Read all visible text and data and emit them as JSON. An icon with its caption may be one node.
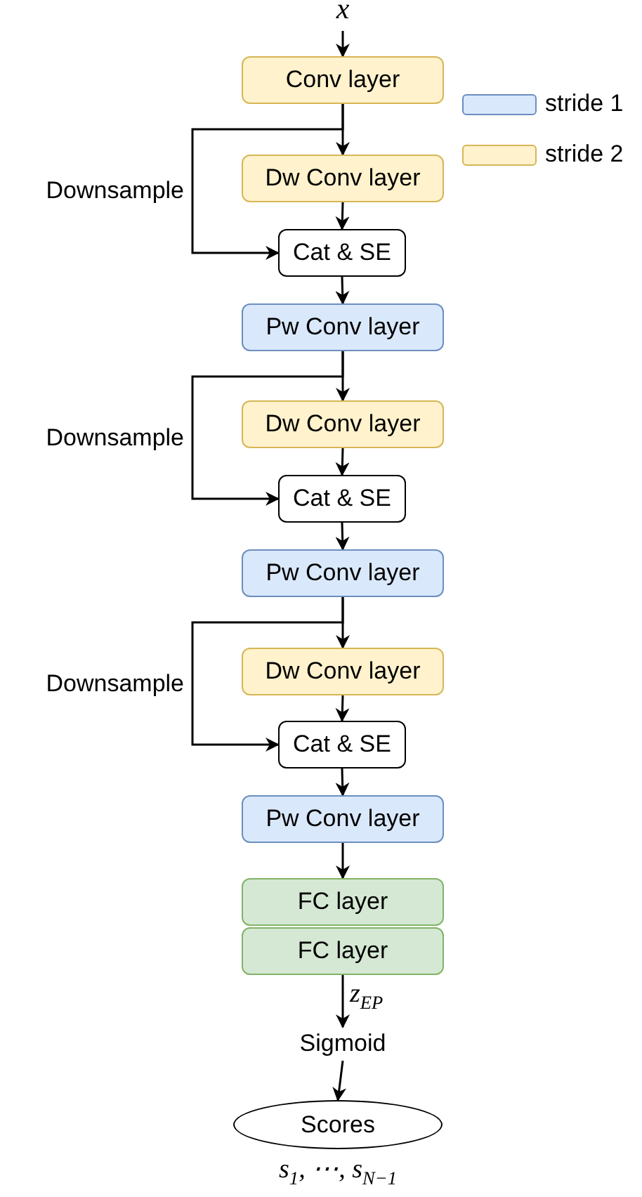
{
  "diagram": {
    "nodes": [
      {
        "text": [
          "x"
        ]
      },
      {
        "text": [
          "Conv layer"
        ]
      },
      {
        "text": [
          "Dw Conv layer"
        ]
      },
      {
        "text": [
          "Cat & SE"
        ]
      },
      {
        "text": [
          "Pw Conv layer"
        ]
      },
      {
        "text": [
          "Dw Conv layer"
        ]
      },
      {
        "text": [
          "Cat & SE"
        ]
      },
      {
        "text": [
          "Pw Conv layer"
        ]
      },
      {
        "text": [
          "Dw Conv layer"
        ]
      },
      {
        "text": [
          "Cat & SE"
        ]
      },
      {
        "text": [
          "Pw Conv layer"
        ]
      },
      {
        "text": [
          "FC layer"
        ]
      },
      {
        "text": [
          "FC layer"
        ]
      },
      {
        "text": [
          "Sigmoid"
        ]
      },
      {
        "text": [
          "Scores"
        ],
        "beside": [
          "s$_{1}$, ⋯, s$_{N−1}$"
        ]
      }
    ],
    "edges": [
      {
        "from": 0,
        "to": 1,
        "arrow": "to"
      },
      {
        "from": 1,
        "to": 2,
        "arrow": "to"
      },
      {
        "from": 1,
        "to": 3,
        "arrow": "to",
        "label": "Downsample"
      },
      {
        "from": 2,
        "to": 3,
        "arrow": "to"
      },
      {
        "from": 3,
        "to": 4,
        "arrow": "to"
      },
      {
        "from": 4,
        "to": 5,
        "arrow": "to"
      },
      {
        "from": 4,
        "to": 6,
        "arrow": "to",
        "label": "Downsample"
      },
      {
        "from": 5,
        "to": 6,
        "arrow": "to"
      },
      {
        "from": 6,
        "to": 7,
        "arrow": "to"
      },
      {
        "from": 7,
        "to": 8,
        "arrow": "to"
      },
      {
        "from": 7,
        "to": 9,
        "arrow": "to",
        "label": "Downsample"
      },
      {
        "from": 8,
        "to": 9,
        "arrow": "to"
      },
      {
        "from": 9,
        "to": 10,
        "arrow": "to"
      },
      {
        "from": 10,
        "to": 11,
        "arrow": "to"
      },
      {
        "from": 12,
        "to": 13,
        "arrow": "to",
        "label": "z$_{EP}$"
      },
      {
        "from": 13,
        "to": 14,
        "arrow": "to"
      }
    ],
    "legend": [
      {
        "text": "stride 1",
        "color": "#dae8fc"
      },
      {
        "text": "stride 2",
        "color": "#fff2cc"
      }
    ]
  }
}
